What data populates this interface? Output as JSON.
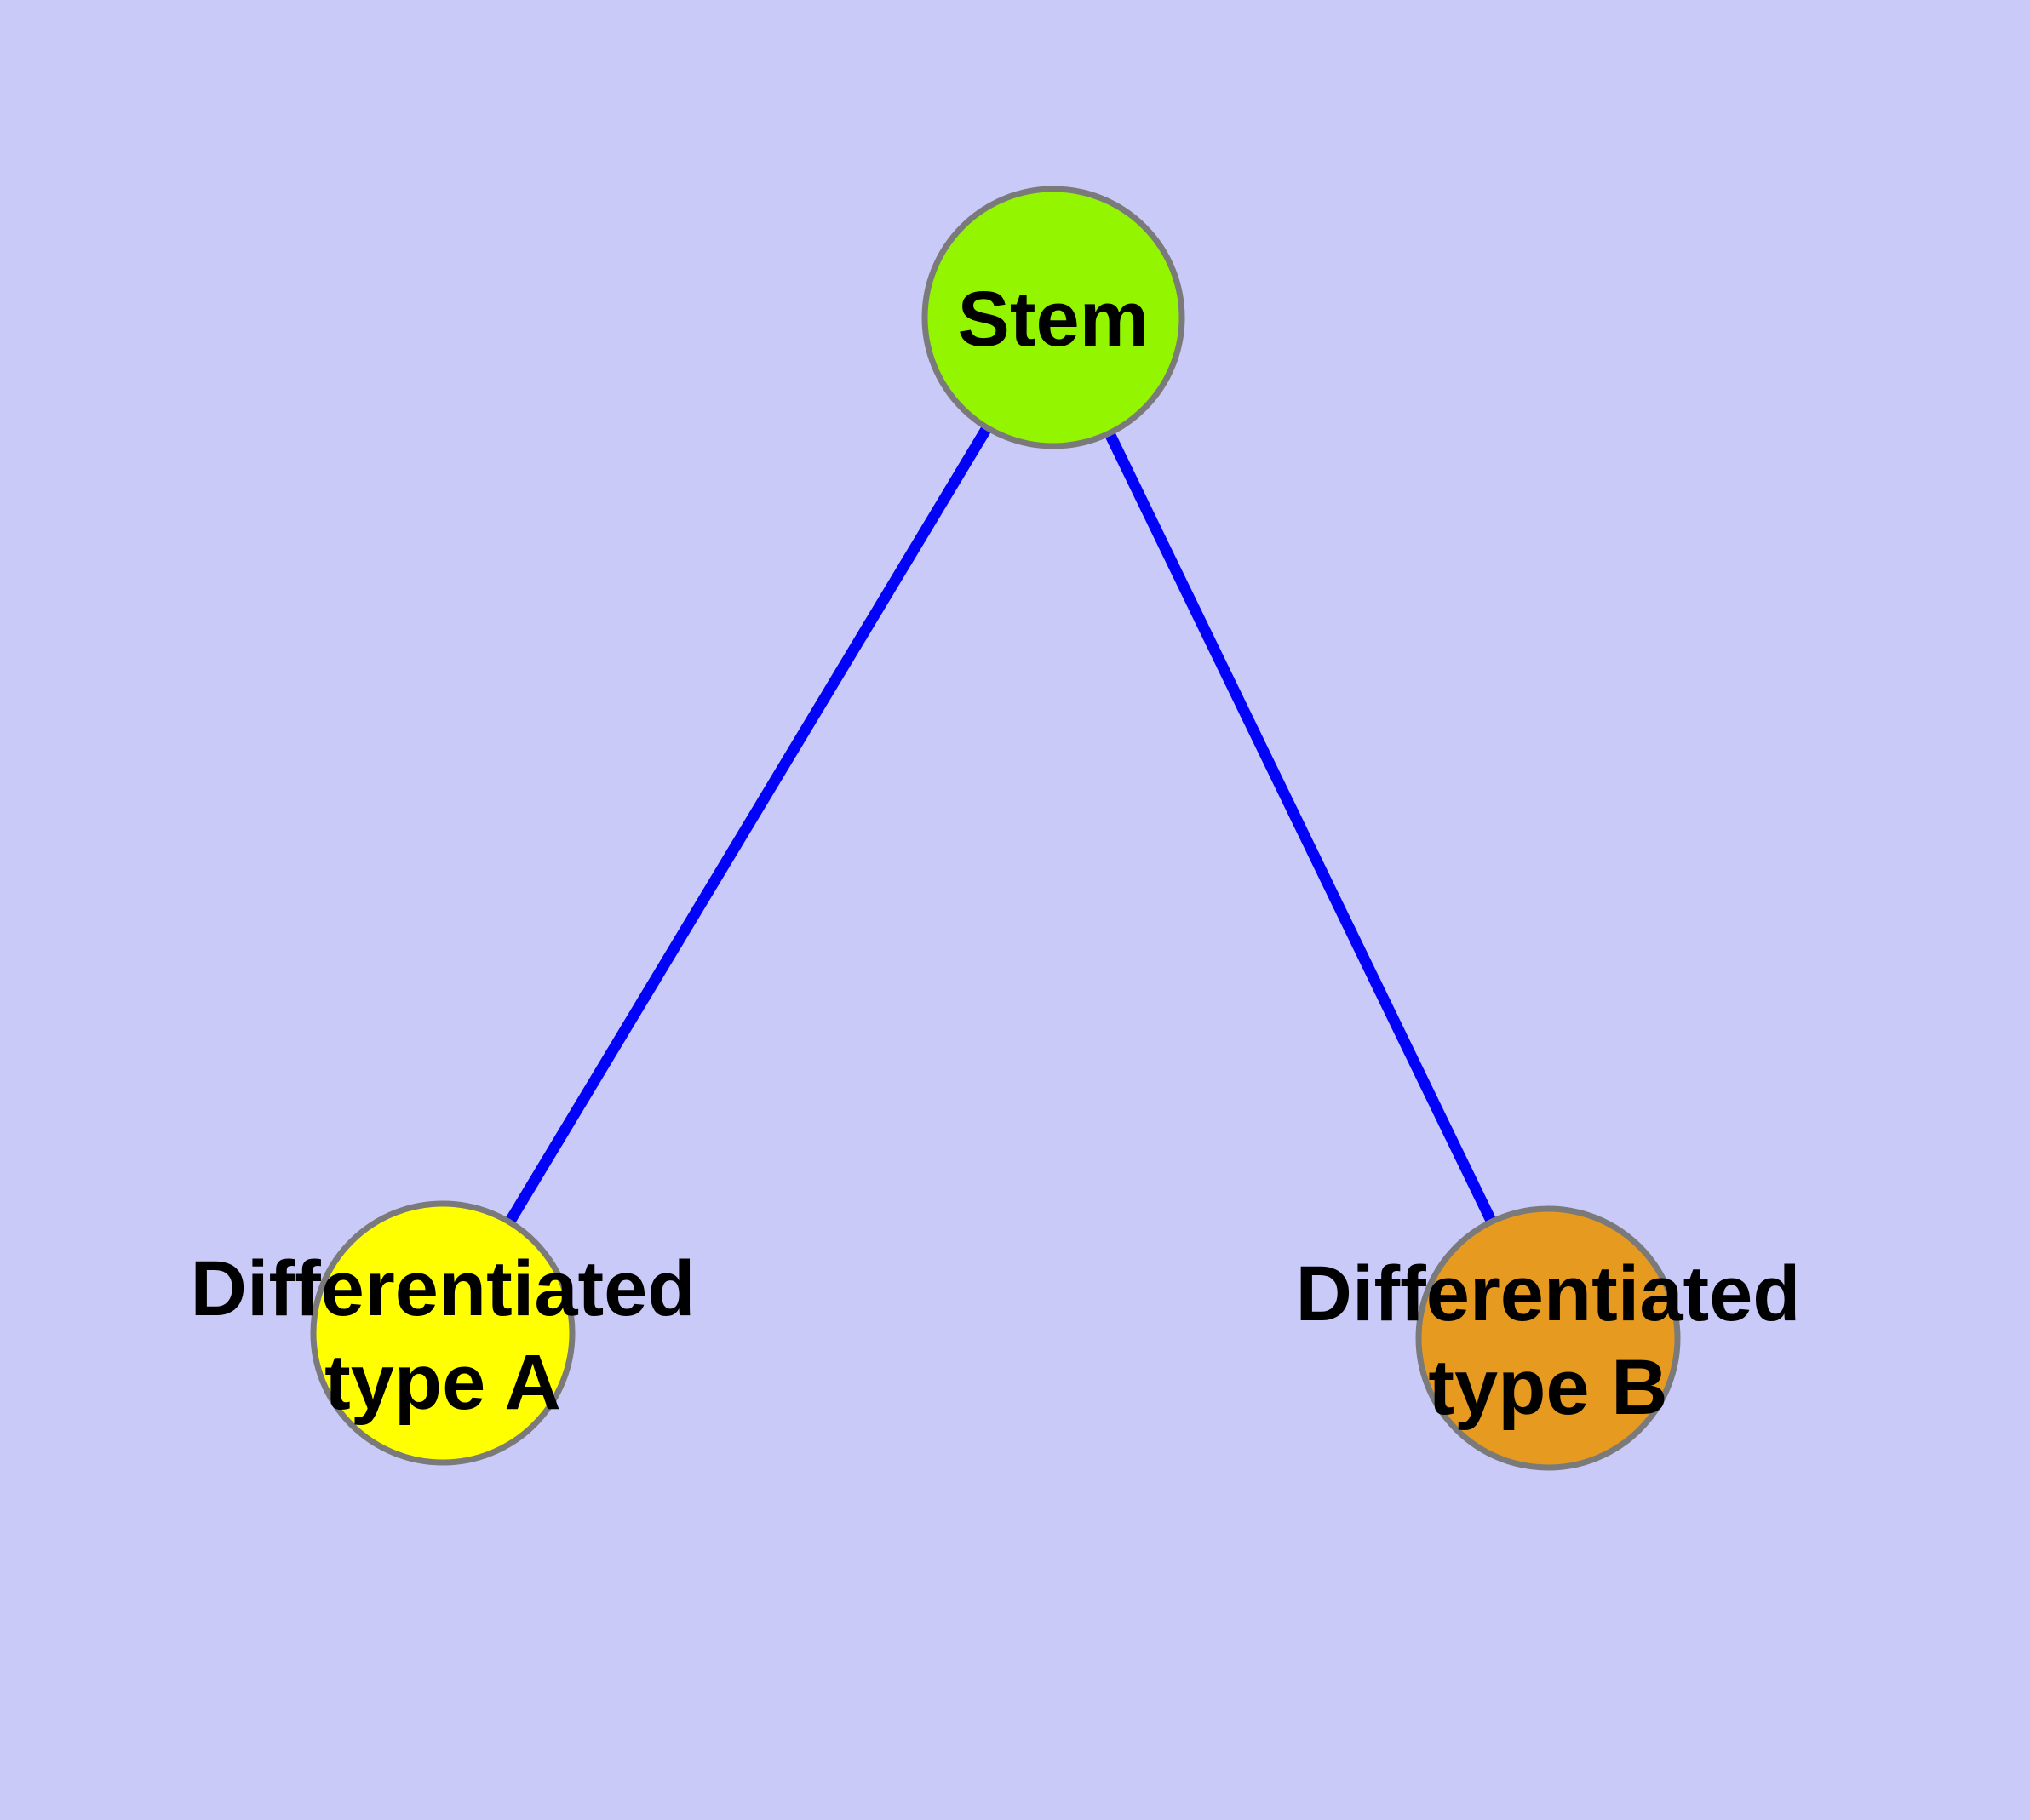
{
  "diagram": {
    "type": "graph",
    "description": "Stem cell differentiation diagram with one parent node linked to two differentiated cell type nodes",
    "background_color": "#cacaf8",
    "edge_color": "#0202fa",
    "node_border_color": "#7a7a7a",
    "label_color": "#000000",
    "nodes": [
      {
        "id": "stem",
        "label": "Stem",
        "lines": [
          "Stem"
        ],
        "fill": "#93f500"
      },
      {
        "id": "differentiated-type-a",
        "label": "Differentiated type A",
        "lines": [
          "Differentiated",
          "type A"
        ],
        "fill": "#ffff00"
      },
      {
        "id": "differentiated-type-b",
        "label": "Differentiated type B",
        "lines": [
          "Differentiated",
          "type B"
        ],
        "fill": "#e69a20"
      }
    ],
    "edges": [
      {
        "from": "Stem",
        "to": "Differentiated type A"
      },
      {
        "from": "Stem",
        "to": "Differentiated type B"
      }
    ]
  }
}
